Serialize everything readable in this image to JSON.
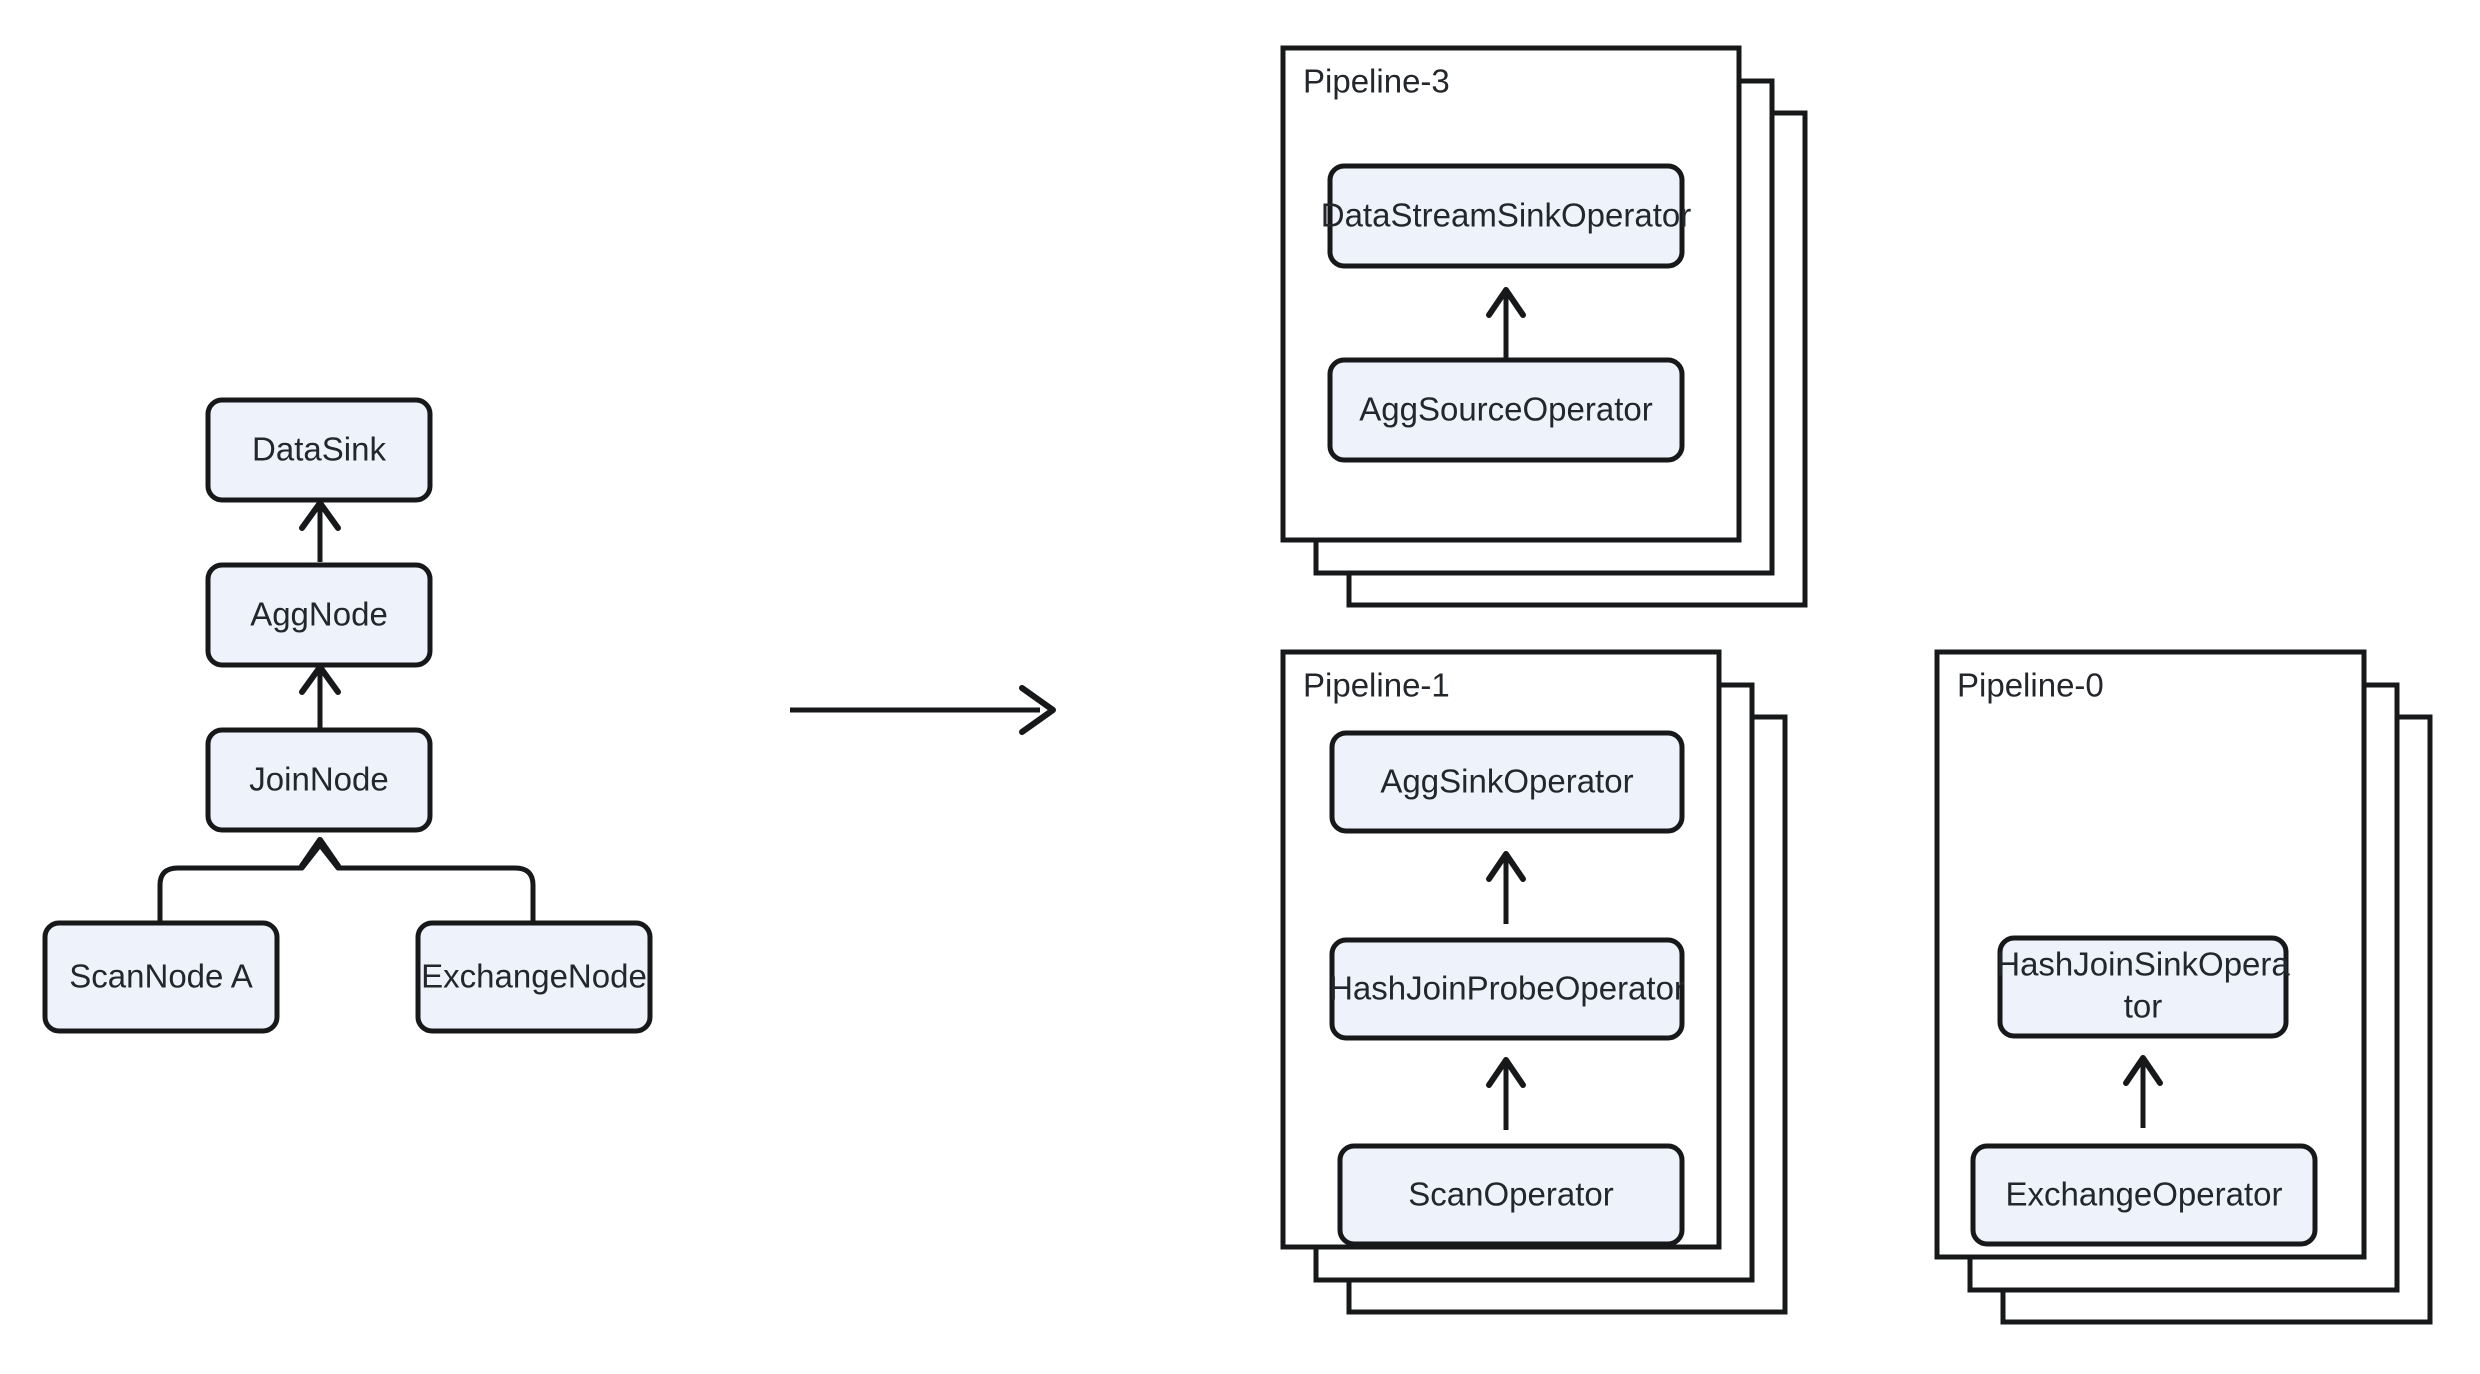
{
  "diagram": {
    "title": "Query plan to pipeline execution transformation",
    "type": "diagram",
    "background_color": "#ffffff",
    "node_fill_color": "#eef2fb",
    "node_stroke_color": "#17181a",
    "text_color": "#23262b"
  },
  "plan_tree": {
    "name": "logical-plan-tree",
    "nodes": {
      "data_sink": "DataSink",
      "agg_node": "AggNode",
      "join_node": "JoinNode",
      "scan_node_a": "ScanNode A",
      "exchange_node": "ExchangeNode"
    },
    "edges": [
      {
        "from": "AggNode",
        "to": "DataSink"
      },
      {
        "from": "JoinNode",
        "to": "AggNode"
      },
      {
        "from": "ScanNode A",
        "to": "JoinNode"
      },
      {
        "from": "ExchangeNode",
        "to": "JoinNode"
      }
    ]
  },
  "transform_arrow": {
    "name": "transform-arrow",
    "direction": "right",
    "label": ""
  },
  "pipelines": [
    {
      "id": "pipeline-3",
      "label": "Pipeline-3",
      "stack_copies": 3,
      "operators": [
        {
          "id": "data-stream-sink-operator",
          "label": "DataStreamSinkOperator",
          "lines": [
            "DataStreamSinkOperator"
          ]
        },
        {
          "id": "agg-source-operator",
          "label": "AggSourceOperator",
          "lines": [
            "AggSourceOperator"
          ]
        }
      ],
      "edges": [
        {
          "from": "AggSourceOperator",
          "to": "DataStreamSinkOperator"
        }
      ]
    },
    {
      "id": "pipeline-1",
      "label": "Pipeline-1",
      "stack_copies": 3,
      "operators": [
        {
          "id": "agg-sink-operator",
          "label": "AggSinkOperator",
          "lines": [
            "AggSinkOperator"
          ]
        },
        {
          "id": "hash-join-probe-operator",
          "label": "HashJoinProbeOperator",
          "lines": [
            "HashJoinProbeOperator"
          ]
        },
        {
          "id": "scan-operator",
          "label": "ScanOperator",
          "lines": [
            "ScanOperator"
          ]
        }
      ],
      "edges": [
        {
          "from": "ScanOperator",
          "to": "HashJoinProbeOperator"
        },
        {
          "from": "HashJoinProbeOperator",
          "to": "AggSinkOperator"
        }
      ]
    },
    {
      "id": "pipeline-0",
      "label": "Pipeline-0",
      "stack_copies": 3,
      "operators": [
        {
          "id": "hash-join-sink-operator",
          "label": "HashJoinSinkOperator",
          "lines": [
            "HashJoinSinkOpera",
            "tor"
          ]
        },
        {
          "id": "exchange-operator",
          "label": "ExchangeOperator",
          "lines": [
            "ExchangeOperator"
          ]
        }
      ],
      "edges": [
        {
          "from": "ExchangeOperator",
          "to": "HashJoinSinkOperator"
        }
      ]
    }
  ]
}
